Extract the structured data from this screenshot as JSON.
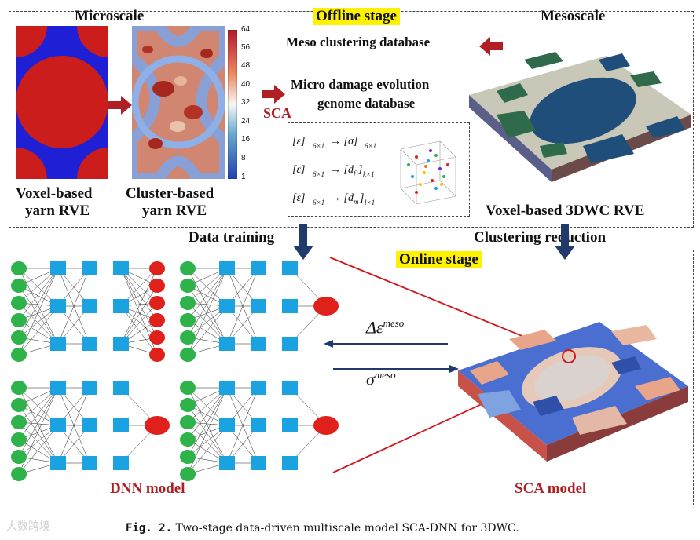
{
  "offline": {
    "title": "Offline stage",
    "microscale": "Microscale",
    "mesoscale": "Mesoscale",
    "meso_db": "Meso clustering database",
    "micro_db_line1": "Micro damage evolution",
    "micro_db_line2": "genome database",
    "sca": "SCA",
    "voxel_rve_line1": "Voxel-based",
    "voxel_rve_line2": "yarn RVE",
    "cluster_rve_line1": "Cluster-based",
    "cluster_rve_line2": "yarn RVE",
    "meso_rve": "Voxel-based 3DWC RVE",
    "colorbar_ticks": [
      "64",
      "56",
      "48",
      "40",
      "32",
      "24",
      "16",
      "8",
      "1"
    ]
  },
  "middle": {
    "data_training": "Data training",
    "clustering_reduction": "Clustering reduction"
  },
  "online": {
    "title": "Online stage",
    "dnn_model": "DNN model",
    "sca_model": "SCA model",
    "delta_eps": "Δε",
    "meso_sup": "meso",
    "sigma": "σ"
  },
  "caption": {
    "fig": "Fig. 2.",
    "text": "Two-stage data-driven multiscale model SCA-DNN for 3DWC."
  },
  "watermark": "大数跨境",
  "colors": {
    "red_label": "#b01f24",
    "highlight": "#fff200",
    "node_green": "#2db34a",
    "node_blue": "#1aa3e0",
    "node_red": "#e0201b",
    "arrow_navy": "#1f3a6b"
  }
}
